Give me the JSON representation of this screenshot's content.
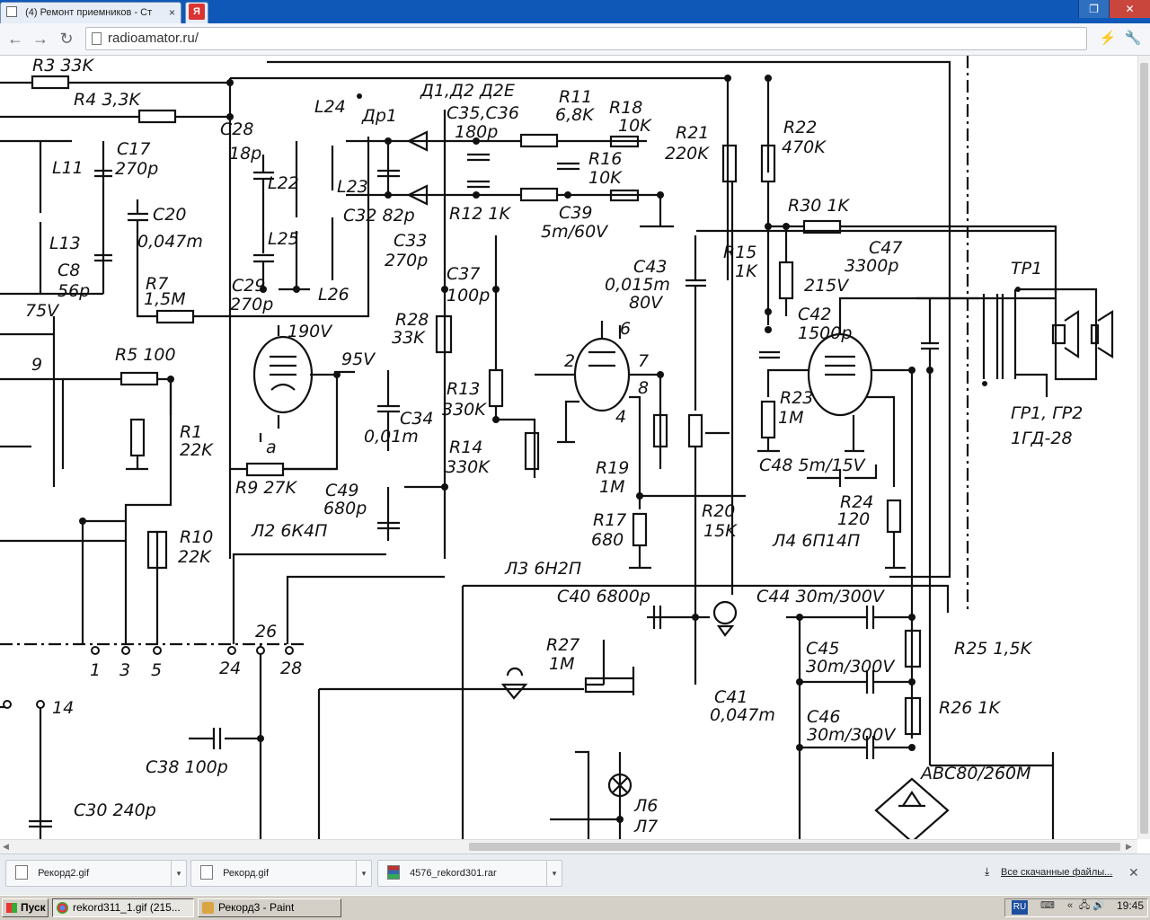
{
  "browser": {
    "tabs": [
      {
        "label": "(4) Ремонт приемников - Ст",
        "active": true
      },
      {
        "label": "Я",
        "active": false
      }
    ],
    "url": "radioamator.ru/"
  },
  "schematic": {
    "labels": [
      "R3 33K",
      "R4 3,3K",
      "C28",
      "18p",
      "L24",
      "Др1",
      "Д1,Д2 Д2Е",
      "R11",
      "6,8K",
      "R18",
      "10K",
      "C35,C36",
      "180p",
      "R21",
      "220K",
      "R22",
      "470K",
      "C17",
      "270p",
      "L11",
      "L22",
      "L23",
      "R16",
      "10K",
      "C20",
      "0,047m",
      "C32 82p",
      "R12 1K",
      "C39",
      "5m/60V",
      "R30 1K",
      "L13",
      "C8",
      "56p",
      "L25",
      "C33",
      "270p",
      "R15",
      "1K",
      "C47",
      "3300p",
      "TP1",
      "R7",
      "1,5M",
      "C29",
      "270p",
      "L26",
      "C37",
      "100p",
      "C43",
      "0,015m",
      "80V",
      "215V",
      "75V",
      "190V",
      "95V",
      "R28",
      "33K",
      "C42",
      "1500p",
      "R5 100",
      "C34",
      "0,01m",
      "R13",
      "330K",
      "R23",
      "1M",
      "ГР1, ГР2",
      "1ГД-28",
      "R1",
      "22K",
      "a",
      "R14",
      "330K",
      "R19",
      "1M",
      "C48 5m/15V",
      "R9 27K",
      "C49",
      "680p",
      "R24",
      "120",
      "R17",
      "680",
      "R20",
      "15K",
      "R10",
      "22K",
      "Л2 6К4П",
      "Л4 6П14П",
      "Л3 6Н2П",
      "C40 6800p",
      "C44 30m/300V",
      "26",
      "1",
      "3",
      "5",
      "24",
      "28",
      "R27",
      "1M",
      "C45",
      "30m/300V",
      "R25 1,5K",
      "C41",
      "0,047m",
      "C46",
      "30m/300V",
      "R26 1K",
      "14",
      "C38 100p",
      "ABC80/260M",
      "Л6",
      "Л7",
      "C30 240p",
      "9",
      "6",
      "7",
      "8",
      "4",
      "2"
    ]
  },
  "downloads": {
    "items": [
      "Рекорд2.gif",
      "Рекорд.gif",
      "4576_rekord301.rar"
    ],
    "show_all": "Все скачанные файлы..."
  },
  "taskbar": {
    "start_label": "Пуск",
    "tasks": [
      {
        "label": "rekord311_1.gif (215...",
        "active": true
      },
      {
        "label": "Рекорд3 - Paint",
        "active": false
      }
    ],
    "lang": "RU",
    "clock": "19:45"
  }
}
